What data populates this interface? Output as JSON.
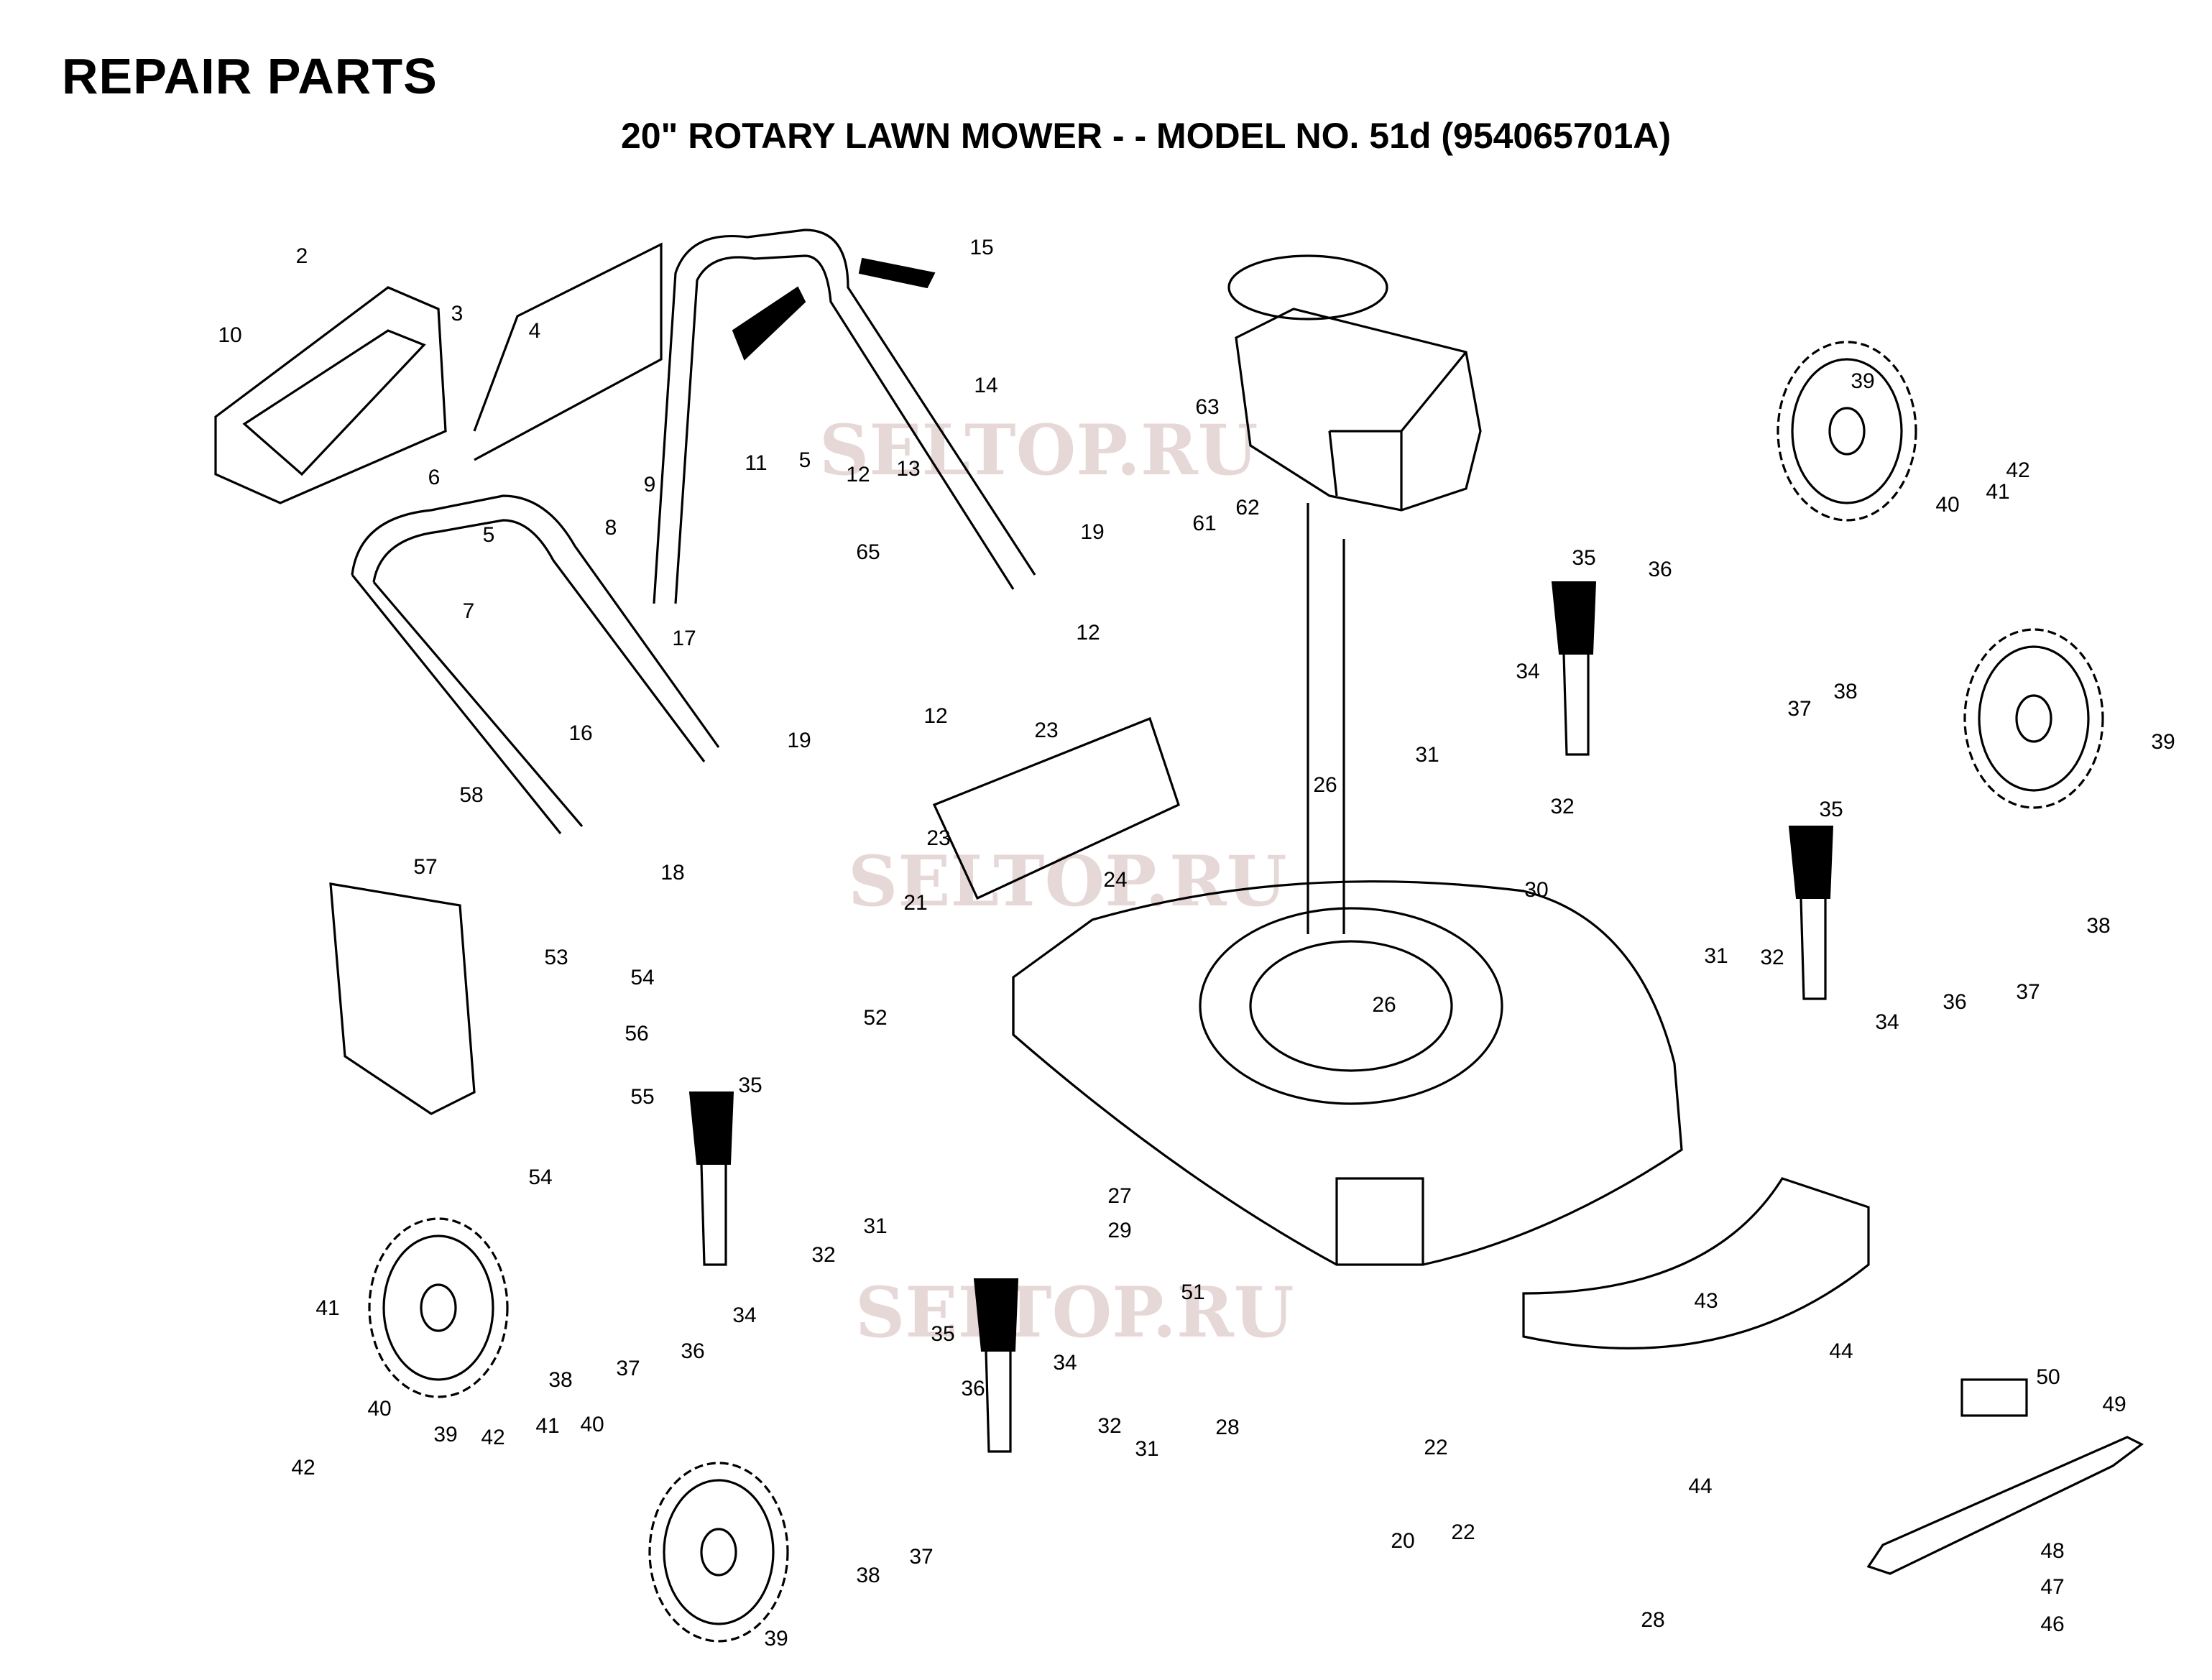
{
  "header": {
    "title": "REPAIR PARTS",
    "subtitle": "20\" ROTARY LAWN MOWER - - MODEL NO. 51d (954065701A)"
  },
  "watermark": "SELTOP.RU",
  "part_labels": [
    "2",
    "10",
    "3",
    "4",
    "15",
    "14",
    "6",
    "9",
    "11",
    "5",
    "12",
    "13",
    "63",
    "61",
    "62",
    "8",
    "5",
    "7",
    "65",
    "19",
    "17",
    "12",
    "16",
    "19",
    "23",
    "12",
    "58",
    "18",
    "23",
    "21",
    "24",
    "57",
    "53",
    "54",
    "56",
    "52",
    "55",
    "35",
    "54",
    "31",
    "32",
    "27",
    "29",
    "51",
    "34",
    "41",
    "40",
    "42",
    "39",
    "38",
    "37",
    "36",
    "35",
    "34",
    "36",
    "32",
    "31",
    "28",
    "22",
    "42",
    "41",
    "40",
    "38",
    "37",
    "39",
    "20",
    "22",
    "28",
    "43",
    "44",
    "44",
    "50",
    "49",
    "48",
    "47",
    "46",
    "30",
    "26",
    "26",
    "31",
    "32",
    "34",
    "35",
    "36",
    "37",
    "38",
    "39",
    "40",
    "41",
    "42",
    "39",
    "35",
    "31",
    "32",
    "34",
    "36",
    "37",
    "38"
  ]
}
